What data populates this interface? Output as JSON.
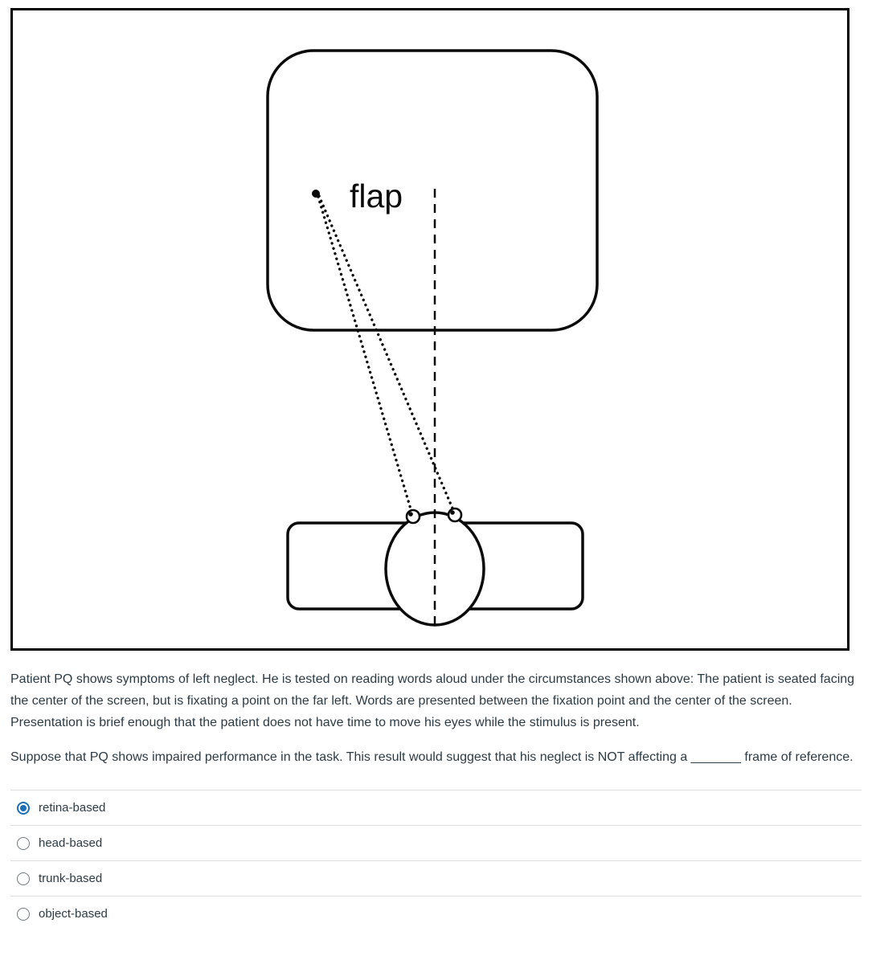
{
  "diagram": {
    "stimulus_word": "flap"
  },
  "question": {
    "paragraph1": "Patient PQ shows symptoms of left neglect.  He is tested on reading words aloud under the circumstances shown above: The patient is seated facing the center of the screen, but is fixating a point on the far left.  Words are presented between the fixation point and the center of the screen.  Presentation is brief enough that the patient does not have time to move his eyes while the stimulus is present.",
    "paragraph2": "Suppose that PQ shows impaired performance in the task.  This result would suggest that his neglect is NOT affecting a _______ frame of reference."
  },
  "options": [
    {
      "label": "retina-based",
      "selected": true
    },
    {
      "label": "head-based",
      "selected": false
    },
    {
      "label": "trunk-based",
      "selected": false
    },
    {
      "label": "object-based",
      "selected": false
    }
  ],
  "colors": {
    "accent": "#1A6FB5",
    "text": "#2D3B45",
    "divider": "#DDDDDD",
    "ink": "#000000"
  }
}
